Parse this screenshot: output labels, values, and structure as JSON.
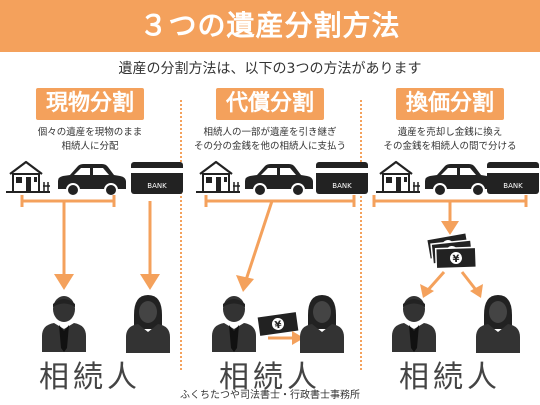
{
  "title": "３つの遺産分割方法",
  "subtitle": "遺産の分割方法は、以下の3つの方法があります",
  "methods": [
    {
      "label": "現物分割",
      "description_line1": "個々の遺産を現物のまま",
      "description_line2": "相続人に分配"
    },
    {
      "label": "代償分割",
      "description_line1": "相続人の一部が遺産を引き継ぎ",
      "description_line2": "その分の金銭を他の相続人に支払う"
    },
    {
      "label": "換価分割",
      "description_line1": "遺産を売却し金銭に換え",
      "description_line2": "その金銭を相続人の間で分ける"
    }
  ],
  "bank_card_text": "BANK",
  "heir_label": "相続人",
  "footer": "ふくちたつや司法書士・行政書士事務所",
  "colors": {
    "accent": "#f4a15c",
    "icon": "#222222",
    "text": "#333333"
  }
}
